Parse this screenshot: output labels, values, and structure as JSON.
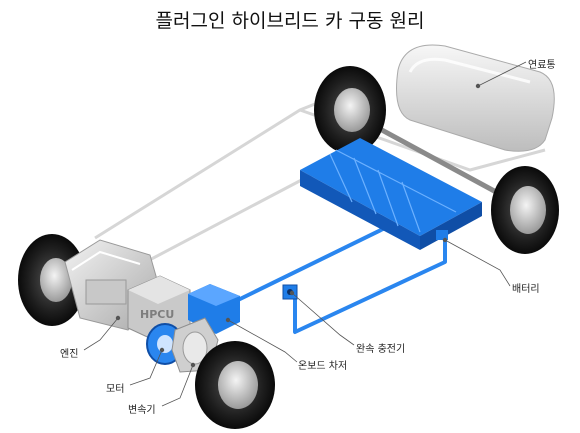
{
  "title": "플러그인 하이브리드 카 구동 원리",
  "labels": {
    "fuel_tank": "연료통",
    "battery": "배터리",
    "fast_charger": "완속 충전기",
    "onboard_charger": "온보드 차저",
    "engine": "엔진",
    "motor": "모터",
    "transmission": "변속기",
    "hpcu": "HPCU"
  },
  "colors": {
    "battery_blue": "#1f7de8",
    "line_blue": "#2a86ef"
  }
}
